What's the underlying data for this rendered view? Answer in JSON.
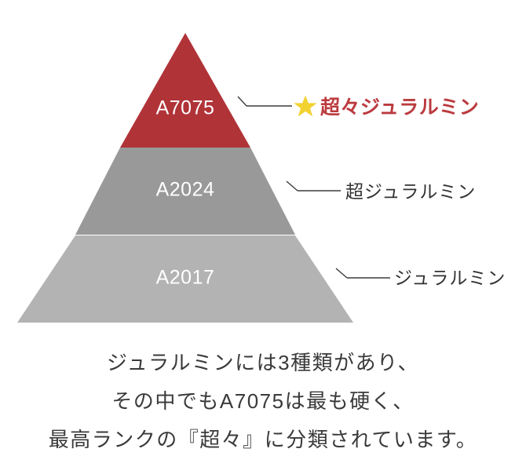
{
  "chart_data": {
    "type": "pyramid",
    "title": "",
    "orientation": "apex-up",
    "note": "3-tier pyramid ranking duralumin alloy grades, hardest at the apex",
    "tiers": [
      {
        "rank": 1,
        "label": "A7075",
        "callout": "超々ジュラルミン",
        "color": "#b03338",
        "has_star": true,
        "star_color": "#f2d231",
        "callout_color": "#bb3b3f",
        "callout_bold": true
      },
      {
        "rank": 2,
        "label": "A2024",
        "callout": "超ジュラルミン",
        "color": "#999999",
        "has_star": false,
        "callout_color": "#333333",
        "callout_bold": false
      },
      {
        "rank": 3,
        "label": "A2017",
        "callout": "ジュラルミン",
        "color": "#b3b3b3",
        "has_star": false,
        "callout_color": "#333333",
        "callout_bold": false
      }
    ]
  },
  "diagram": {
    "tier_top": {
      "label": "A7075",
      "callout": "超々ジュラルミン",
      "star_icon": "star-icon"
    },
    "tier_mid": {
      "label": "A2024",
      "callout": "超ジュラルミン"
    },
    "tier_bottom": {
      "label": "A2017",
      "callout": "ジュラルミン"
    }
  },
  "caption": {
    "line1": "ジュラルミンには3種類があり、",
    "line2": "その中でもA7075は最も硬く、",
    "line3": "最高ランクの『超々』に分類されています。"
  },
  "colors": {
    "background": "#ffffff",
    "tier_top": "#b03338",
    "tier_mid": "#999999",
    "tier_bottom": "#b3b3b3",
    "accent_red": "#bb3b3f",
    "star_yellow": "#f2d231",
    "text_dark": "#3a3a3a",
    "label_white": "#ffffff"
  }
}
